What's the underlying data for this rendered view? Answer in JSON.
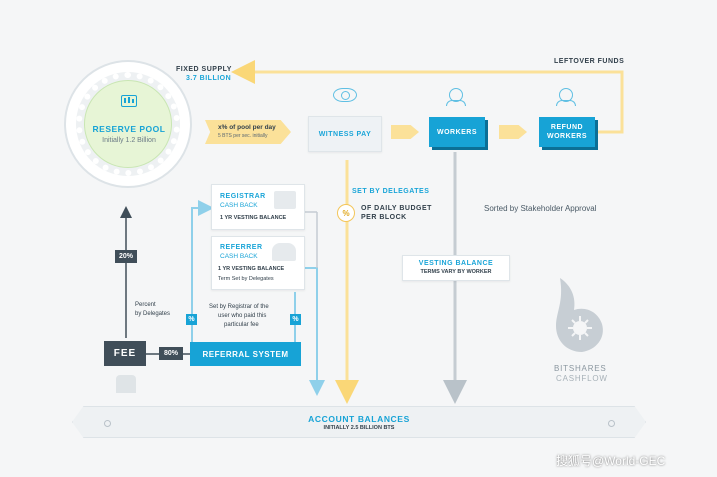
{
  "fixed_supply": {
    "title": "FIXED SUPPLY",
    "amount": "3.7 BILLION"
  },
  "leftover_funds": "LEFTOVER FUNDS",
  "reserve_pool": {
    "title": "RESERVE POOL",
    "subtitle": "Initially 1.2 Billion"
  },
  "pool_per_day": {
    "line1": "x% of pool per day",
    "line2": "5 BTS per sec. initially"
  },
  "witness_pay": "WITNESS PAY",
  "workers": "WORKERS",
  "refund_workers": {
    "line1": "REFUND",
    "line2": "WORKERS"
  },
  "set_by_delegates": "SET BY DELEGATES",
  "daily_budget": {
    "line1": "OF DAILY BUDGET",
    "line2": "PER BLOCK"
  },
  "percent_symbol": "%",
  "sorted_by": "Sorted by Stakeholder Approval",
  "registrar": {
    "title": "REGISTRAR",
    "subtitle": "CASH BACK",
    "note": "1 YR VESTING BALANCE"
  },
  "referrer": {
    "title": "REFERRER",
    "subtitle": "CASH BACK",
    "note": "1 YR VESTING BALANCE",
    "note2": "Term Set by Delegates"
  },
  "vesting_balance": {
    "title": "VESTING BALANCE",
    "subtitle": "TERMS VARY BY WORKER"
  },
  "twenty_pct": "20%",
  "percent_by_delegates": {
    "line1": "Percent",
    "line2": "by Delegates"
  },
  "set_by_registrar": {
    "line1": "Set by Registrar of the",
    "line2": "user who paid this",
    "line3": "particular fee"
  },
  "fee": "FEE",
  "eighty_pct": "80%",
  "referral_system": "REFERRAL SYSTEM",
  "account_balances": {
    "title": "ACCOUNT BALANCES",
    "subtitle": "INITIALLY 2.5 BILLION BTS"
  },
  "brand": {
    "line1": "BITSHARES",
    "line2": "CASHFLOW"
  },
  "watermark": "搜狐号@World-GEC",
  "colors": {
    "accent": "#17a3d6",
    "dark": "#404e59",
    "yellow": "#fbe199",
    "pool_fill": "#e7f5d6"
  }
}
